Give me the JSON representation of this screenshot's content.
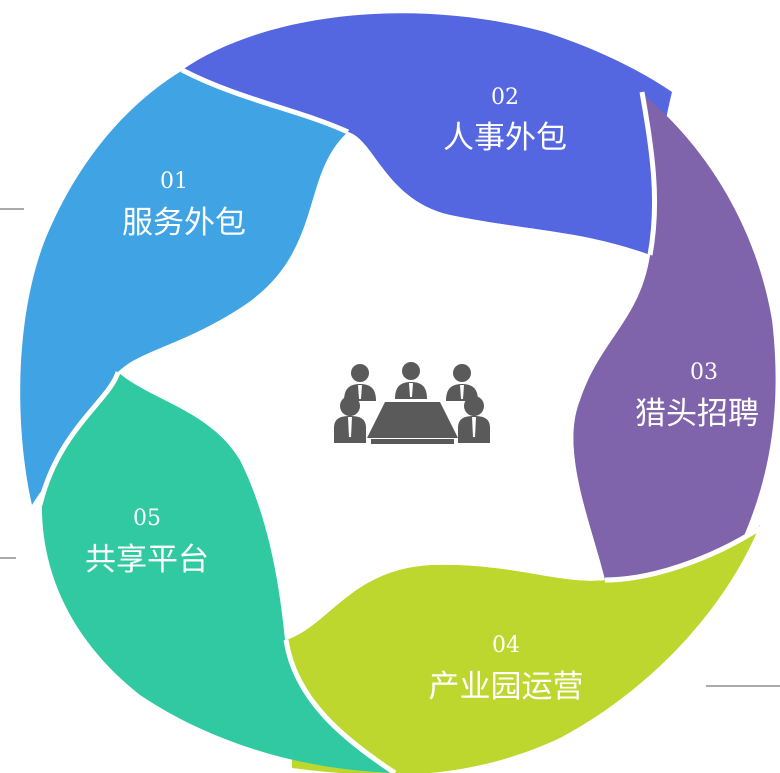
{
  "segments": [
    {
      "number": "01",
      "label": "服务外包",
      "color": "#3fa3e4"
    },
    {
      "number": "02",
      "label": "人事外包",
      "color": "#5466e0"
    },
    {
      "number": "03",
      "label": "猎头招聘",
      "color": "#7f63ab"
    },
    {
      "number": "04",
      "label": "产业园运营",
      "color": "#bed72f"
    },
    {
      "number": "05",
      "label": "共享平台",
      "color": "#30c9a2"
    }
  ],
  "center_icon": {
    "name": "meeting-icon",
    "color": "#5a5a5a"
  }
}
